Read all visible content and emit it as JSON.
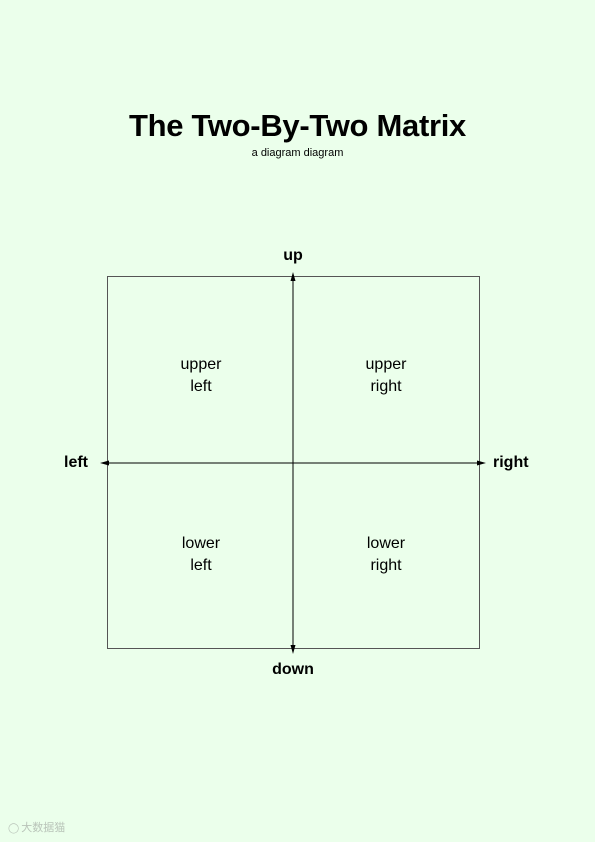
{
  "header": {
    "title": "The Two-By-Two Matrix",
    "subtitle": "a diagram diagram"
  },
  "axes": {
    "up": "up",
    "down": "down",
    "left": "left",
    "right": "right"
  },
  "quadrants": {
    "upper_left": [
      "upper",
      "left"
    ],
    "upper_right": [
      "upper",
      "right"
    ],
    "lower_left": [
      "lower",
      "left"
    ],
    "lower_right": [
      "lower",
      "right"
    ]
  },
  "watermark": {
    "text": "大数据猫"
  },
  "colors": {
    "background": "#ebffeb",
    "border": "#555555",
    "axis": "#000000"
  }
}
